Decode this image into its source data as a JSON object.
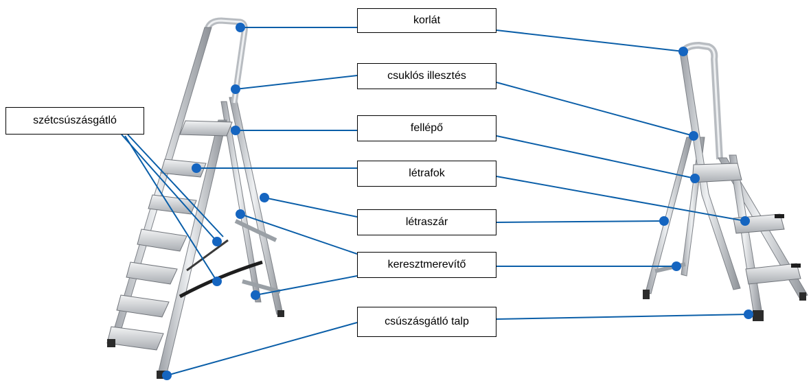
{
  "labels": {
    "korlat": "korlát",
    "csuklos": "csuklós illesztés",
    "fellepo": "fellépő",
    "letrafok": "létrafok",
    "letraszar": "létraszár",
    "keresztmerevito": "keresztmerevítő",
    "csuszasgatlo_talp": "csúszásgátló talp",
    "szetcsuszasgatlo": "szétcsúszásgátló"
  },
  "colors": {
    "leader": "#0a5ea8",
    "dot": "#1565c0",
    "metal_light": "#e2e4e7",
    "metal_dark": "#8a8e94",
    "foot": "#2b2b2b"
  }
}
